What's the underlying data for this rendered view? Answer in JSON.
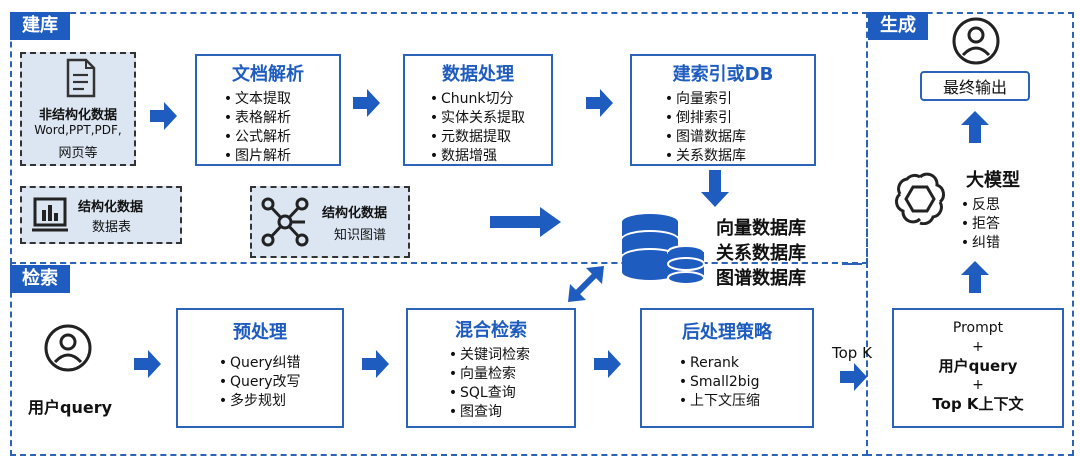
{
  "sections": {
    "build": "建库",
    "retrieve": "检索",
    "generate": "生成"
  },
  "unstructured": {
    "title": "非结构化数据",
    "line2": "Word,PPT,PDF,",
    "line3": "网页等"
  },
  "parse": {
    "title": "文档解析",
    "items": [
      "文本提取",
      "表格解析",
      "公式解析",
      "图片解析"
    ]
  },
  "process": {
    "title": "数据处理",
    "items": [
      "Chunk切分",
      "实体关系提取",
      "元数据提取",
      "数据增强"
    ]
  },
  "index": {
    "title": "建索引或DB",
    "items": [
      "向量索引",
      "倒排索引",
      "图谱数据库",
      "关系数据库"
    ]
  },
  "structured_table": {
    "title": "结构化数据",
    "sub": "数据表"
  },
  "structured_graph": {
    "title": "结构化数据",
    "sub": "知识图谱"
  },
  "databases": {
    "lines": [
      "向量数据库",
      "关系数据库",
      "图谱数据库"
    ]
  },
  "user_query": "用户query",
  "preprocess": {
    "title": "预处理",
    "items": [
      "Query纠错",
      "Query改写",
      "多步规划"
    ]
  },
  "hybrid": {
    "title": "混合检索",
    "items": [
      "关键词检索",
      "向量检索",
      "SQL查询",
      "图查询"
    ]
  },
  "postprocess": {
    "title": "后处理策略",
    "items": [
      "Rerank",
      "Small2big",
      "上下文压缩"
    ]
  },
  "topk_label": "Top K",
  "final_output": "最终输出",
  "llm": {
    "title": "大模型",
    "items": [
      "反思",
      "拒答",
      "纠错"
    ]
  },
  "prompt_box": {
    "lines": [
      "Prompt",
      "+",
      "用户query",
      "+",
      "Top K上下文"
    ]
  },
  "colors": {
    "accent": "#1f5cc0",
    "border": "#2a63b8",
    "shade": "#dce6f2"
  }
}
